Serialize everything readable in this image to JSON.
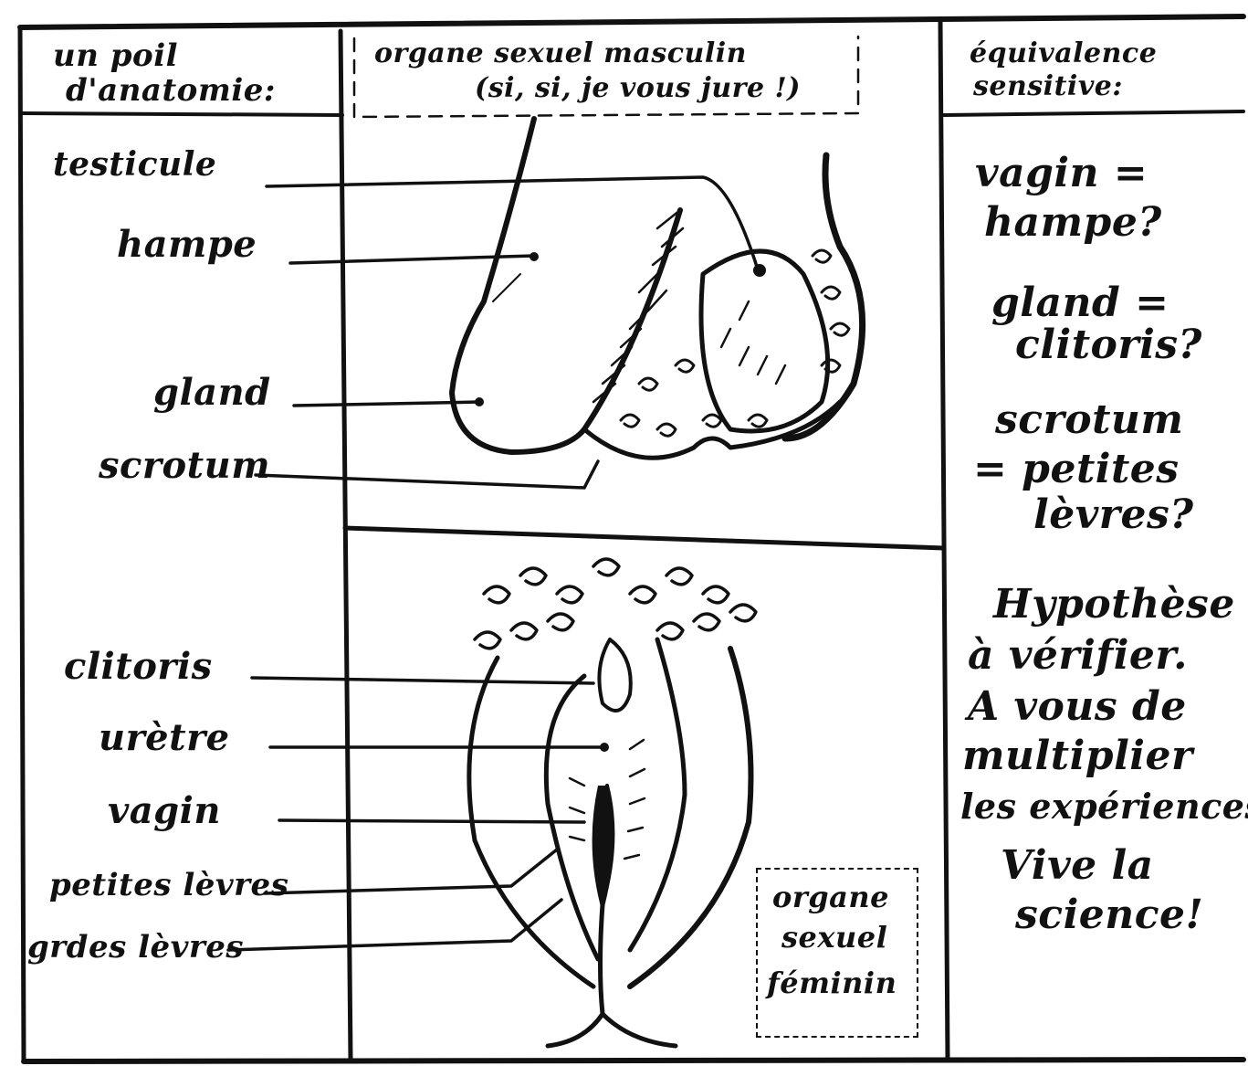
{
  "header": {
    "left_line1": "un poil",
    "left_line2": "d'anatomie:",
    "middle_line1": "organe sexuel masculin",
    "middle_line2": "(si, si, je vous jure !)",
    "right_line1": "équivalence",
    "right_line2": "sensitive:"
  },
  "male_labels": {
    "testicule": "testicule",
    "hampe": "hampe",
    "gland": "gland",
    "scrotum": "scrotum"
  },
  "female_labels": {
    "clitoris": "clitoris",
    "uretre": "urètre",
    "vagin": "vagin",
    "petites_levres": "petites lèvres",
    "grandes_levres": "grdes lèvres"
  },
  "female_caption": {
    "line1": "organe",
    "line2": "sexuel",
    "line3": "féminin"
  },
  "equivalences": {
    "eq1_line1": "vagin =",
    "eq1_line2": "hampe?",
    "eq2_line1": "gland =",
    "eq2_line2": "clitoris?",
    "eq3_line1": "scrotum",
    "eq3_line2": "= petites",
    "eq3_line3": "lèvres?"
  },
  "conclusion": {
    "line1": "Hypothèse",
    "line2": "à vérifier.",
    "line3": "A vous de",
    "line4": "multiplier",
    "line5": "les expériences",
    "line6": "Vive la",
    "line7": "science!"
  },
  "colors": {
    "ink": "#111111",
    "paper": "#ffffff"
  }
}
